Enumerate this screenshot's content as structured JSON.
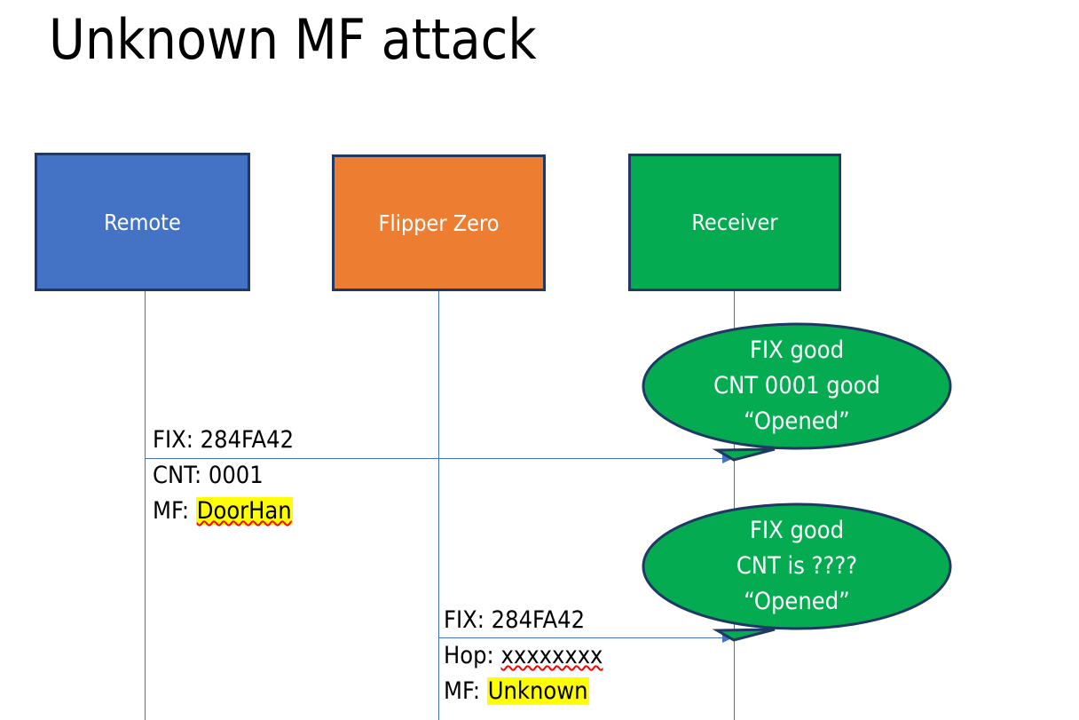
{
  "slide": {
    "title": "Unknown MF attack",
    "background": "#FFFFFF"
  },
  "colors": {
    "remote_fill": "#4472C4",
    "flipper_fill": "#ED7D31",
    "receiver_fill": "#05AB51",
    "box_border": "#1F3864",
    "lifeline": "#4472C4",
    "arrow": "#4472C4",
    "highlight": "#FFFF00",
    "spellcheck_underline": "#FF0000",
    "bubble_fill": "#05AB51",
    "bubble_text": "#FFFFFF",
    "label_text": "#000000"
  },
  "actors": [
    {
      "id": "remote",
      "label": "Remote",
      "fill": "#4472C4"
    },
    {
      "id": "flipper",
      "label": "Flipper Zero",
      "fill": "#ED7D31"
    },
    {
      "id": "receiver",
      "label": "Receiver",
      "fill": "#05AB51"
    }
  ],
  "messages": [
    {
      "id": "msg-remote-to-receiver",
      "from": "remote",
      "to": "receiver",
      "lines": [
        {
          "prefix": "FIX: ",
          "value": "284FA42",
          "highlight": false,
          "spellcheck": false
        },
        {
          "prefix": "CNT: ",
          "value": "0001",
          "highlight": false,
          "spellcheck": false
        },
        {
          "prefix": "MF: ",
          "value": "DoorHan",
          "highlight": true,
          "spellcheck": true
        }
      ]
    },
    {
      "id": "msg-flipper-to-receiver",
      "from": "flipper",
      "to": "receiver",
      "lines": [
        {
          "prefix": "FIX: ",
          "value": "284FA42",
          "highlight": false,
          "spellcheck": false
        },
        {
          "prefix": "Hop: ",
          "value": "xxxxxxxx",
          "highlight": false,
          "spellcheck": true
        },
        {
          "prefix": "MF: ",
          "value": "Unknown",
          "highlight": true,
          "spellcheck": false
        }
      ]
    }
  ],
  "bubbles": [
    {
      "id": "bubble-legit",
      "lines": [
        "FIX good",
        "CNT 0001 good",
        "“Opened”"
      ]
    },
    {
      "id": "bubble-attack",
      "lines": [
        "FIX good",
        "CNT is ????",
        "“Opened”"
      ]
    }
  ]
}
